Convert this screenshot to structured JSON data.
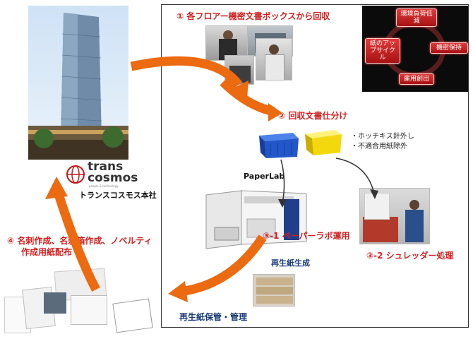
{
  "steps": {
    "s1": "① 各フロアー機密文書ボックスから回収",
    "s2": "② 回収文書仕分け",
    "s3_1": "③-1 ペーパーラボ運用",
    "s3_2": "③-2 シュレッダー処理",
    "s4_line1": "④ 名刺作成、名刺箱作成、ノベルティ",
    "s4_line2": "作成用紙配布"
  },
  "sorting_notes": [
    "・ホッチキス針外し",
    "・不適合用紙除外"
  ],
  "paperlab_label": "PaperLab",
  "recycled_paper_label": "再生紙生成",
  "storage_label": "再生紙保管・管理",
  "hq_label": "トランスコスモス本社",
  "logo": {
    "line1": "trans",
    "line2": "cosmos",
    "tagline": "people & technology"
  },
  "cycle": {
    "top": "環境負荷低減",
    "left": "紙のアップサイクル",
    "right": "機密保持",
    "bottom": "雇用創出"
  },
  "colors": {
    "arrow": "#ec6a10",
    "accent_red": "#d21f1f",
    "navy": "#1a3b7a",
    "crate_blue": "#2157c9",
    "crate_yellow": "#f4d80e"
  }
}
